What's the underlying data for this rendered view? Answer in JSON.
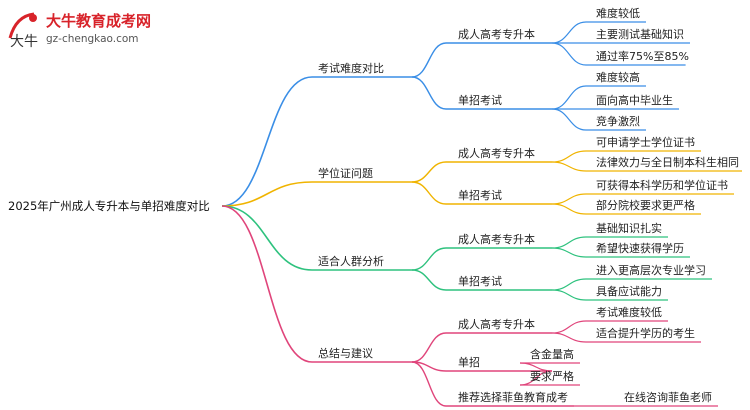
{
  "logo": {
    "brand": "大牛教育成考网",
    "url": "gz-chengkao.com",
    "mark_text": "大牛"
  },
  "root": "2025年广州成人专升本与单招难度对比",
  "branches": [
    {
      "label": "考试难度对比",
      "color": "#3a8ee6",
      "children": [
        {
          "label": "成人高考专升本",
          "leaves": [
            "难度较低",
            "主要测试基础知识",
            "通过率75%至85%"
          ]
        },
        {
          "label": "单招考试",
          "leaves": [
            "难度较高",
            "面向高中毕业生",
            "竞争激烈"
          ]
        }
      ]
    },
    {
      "label": "学位证问题",
      "color": "#f0b400",
      "children": [
        {
          "label": "成人高考专升本",
          "leaves": [
            "可申请学士学位证书",
            "法律效力与全日制本科生相同"
          ]
        },
        {
          "label": "单招考试",
          "leaves": [
            "可获得本科学历和学位证书",
            "部分院校要求更严格"
          ]
        }
      ]
    },
    {
      "label": "适合人群分析",
      "color": "#2ec27e",
      "children": [
        {
          "label": "成人高考专升本",
          "leaves": [
            "基础知识扎实",
            "希望快速获得学历"
          ]
        },
        {
          "label": "单招考试",
          "leaves": [
            "进入更高层次专业学习",
            "具备应试能力"
          ]
        }
      ]
    },
    {
      "label": "总结与建议",
      "color": "#e0457b",
      "children": [
        {
          "label": "成人高考专升本",
          "leaves": [
            "考试难度较低",
            "适合提升学历的考生"
          ]
        },
        {
          "label": "单招",
          "leaves": [
            "含金量高",
            "要求严格"
          ]
        },
        {
          "label": "推荐选择菲鱼教育成考",
          "leaves": [
            "在线咨询菲鱼老师"
          ]
        }
      ]
    }
  ]
}
